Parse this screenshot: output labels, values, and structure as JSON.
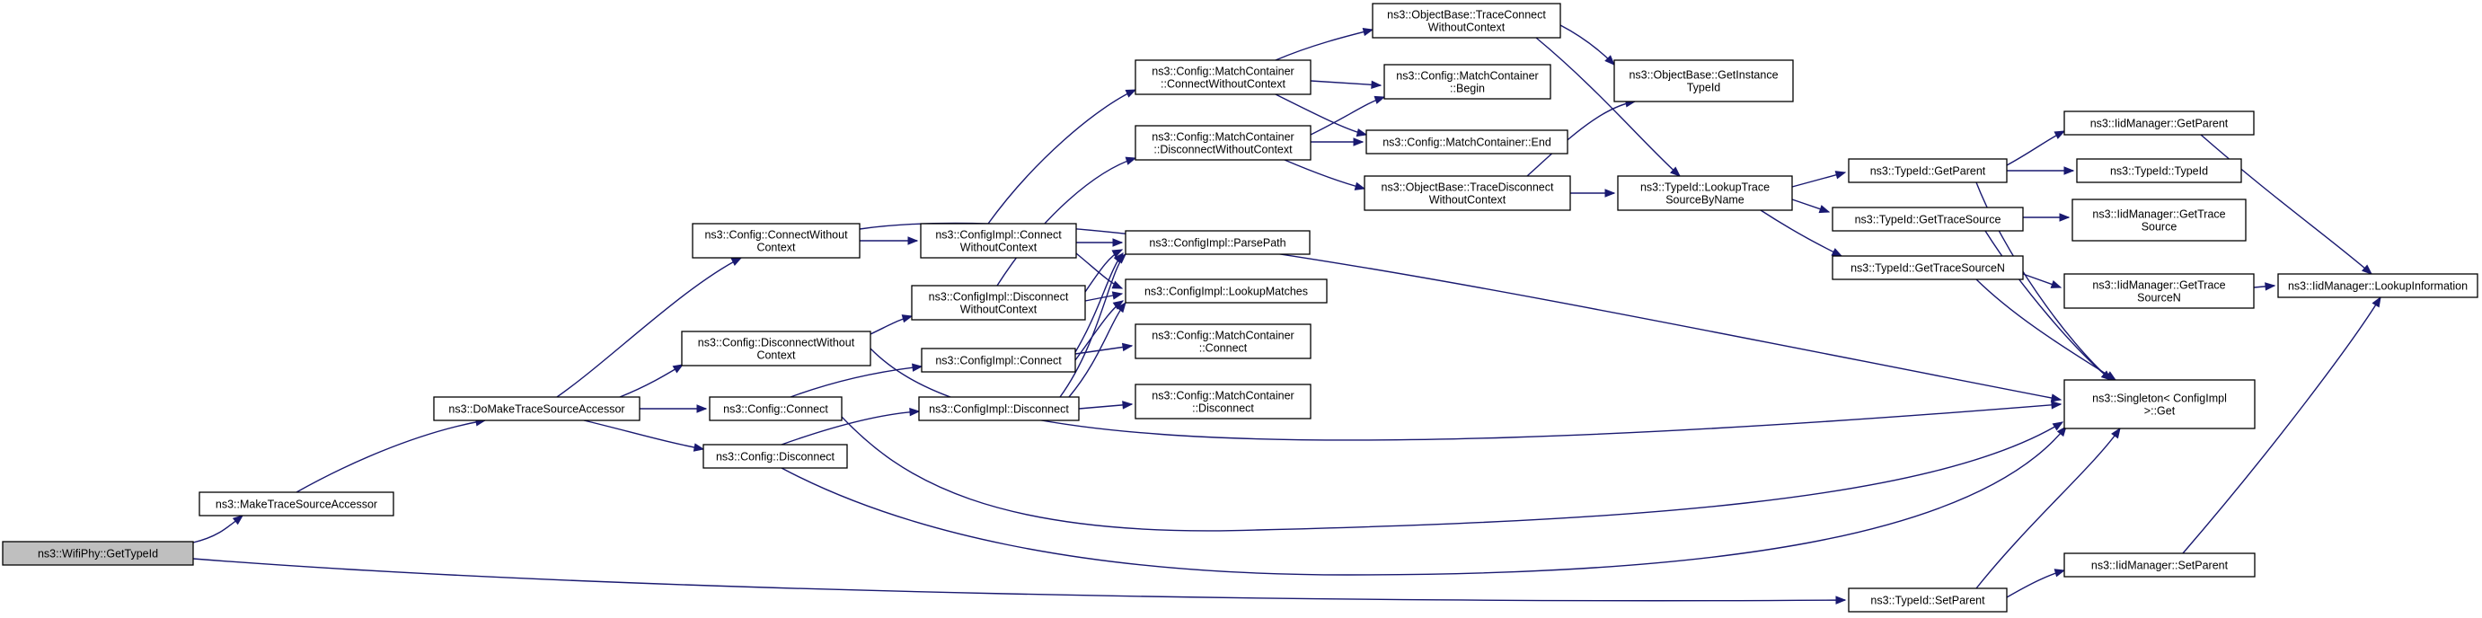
{
  "colors": {
    "edge": "#191970",
    "root_fill": "#bfbfbf",
    "node_fill": "#ffffff",
    "node_stroke": "#000000"
  },
  "nodes": {
    "wifi": [
      "ns3::WifiPhy::GetTypeId"
    ],
    "make": [
      "ns3::MakeTraceSourceAccessor"
    ],
    "domake": [
      "ns3::DoMakeTraceSourceAccessor"
    ],
    "ccwc": [
      "ns3::Config::ConnectWithout",
      "Context"
    ],
    "cdwc": [
      "ns3::Config::DisconnectWithout",
      "Context"
    ],
    "cconn": [
      "ns3::Config::Connect"
    ],
    "cdisc": [
      "ns3::Config::Disconnect"
    ],
    "icwc": [
      "ns3::ConfigImpl::Connect",
      "WithoutContext"
    ],
    "idwc": [
      "ns3::ConfigImpl::Disconnect",
      "WithoutContext"
    ],
    "iconn": [
      "ns3::ConfigImpl::Connect"
    ],
    "idisc": [
      "ns3::ConfigImpl::Disconnect"
    ],
    "mccwc": [
      "ns3::Config::MatchContainer",
      "::ConnectWithoutContext"
    ],
    "mcdwc": [
      "ns3::Config::MatchContainer",
      "::DisconnectWithoutContext"
    ],
    "ppath": [
      "ns3::ConfigImpl::ParsePath"
    ],
    "lmatch": [
      "ns3::ConfigImpl::LookupMatches"
    ],
    "mcconn": [
      "ns3::Config::MatchContainer",
      "::Connect"
    ],
    "mcdisc": [
      "ns3::Config::MatchContainer",
      "::Disconnect"
    ],
    "obtc": [
      "ns3::ObjectBase::TraceConnect",
      "WithoutContext"
    ],
    "mcbegin": [
      "ns3::Config::MatchContainer",
      "::Begin"
    ],
    "mcend": [
      "ns3::Config::MatchContainer::End"
    ],
    "obtd": [
      "ns3::ObjectBase::TraceDisconnect",
      "WithoutContext"
    ],
    "obgi": [
      "ns3::ObjectBase::GetInstance",
      "TypeId"
    ],
    "tlookup": [
      "ns3::TypeId::LookupTrace",
      "SourceByName"
    ],
    "tgetparent": [
      "ns3::TypeId::GetParent"
    ],
    "tgetts": [
      "ns3::TypeId::GetTraceSource"
    ],
    "tgettsn": [
      "ns3::TypeId::GetTraceSourceN"
    ],
    "tsetparent": [
      "ns3::TypeId::SetParent"
    ],
    "imgetparent": [
      "ns3::IidManager::GetParent"
    ],
    "ttypeid": [
      "ns3::TypeId::TypeId"
    ],
    "imgetts": [
      "ns3::IidManager::GetTrace",
      "Source"
    ],
    "imgettsn": [
      "ns3::IidManager::GetTrace",
      "SourceN"
    ],
    "singleton": [
      "ns3::Singleton< ConfigImpl",
      " >::Get"
    ],
    "imsetparent": [
      "ns3::IidManager::SetParent"
    ],
    "imlookup": [
      "ns3::IidManager::LookupInformation"
    ]
  }
}
